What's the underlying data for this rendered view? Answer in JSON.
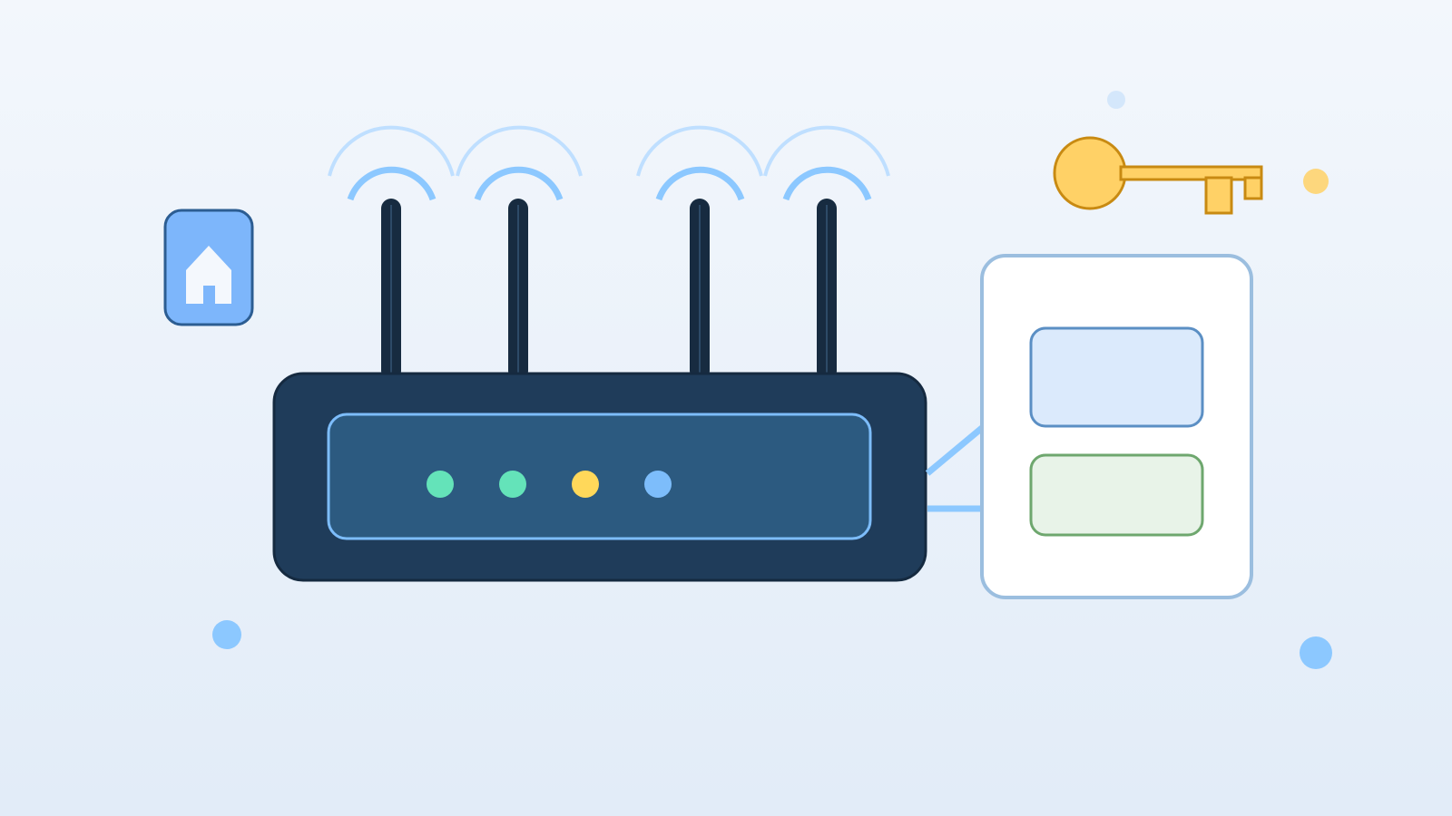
{
  "illustration": {
    "subject": "wifi-router-settings",
    "icons": [
      "home-icon",
      "key-icon",
      "router-icon",
      "settings-panel-icon",
      "wifi-signal-icon"
    ],
    "router": {
      "antenna_count": 4,
      "status_lights": [
        {
          "name": "power-light",
          "color": "#64e3b9"
        },
        {
          "name": "internet-light",
          "color": "#64e3b9"
        },
        {
          "name": "wifi-light",
          "color": "#ffd85a"
        },
        {
          "name": "lan-light",
          "color": "#7dbdfb"
        }
      ]
    },
    "settings_panel": {
      "blocks": [
        {
          "name": "blue-setting-block",
          "color": "#dbeafc"
        },
        {
          "name": "green-setting-block",
          "color": "#e8f3e8"
        }
      ]
    },
    "colors": {
      "router_body": "#1f3c5a",
      "router_panel": "#2c5a80",
      "antenna": "#172b40",
      "wave": "#8cc8ff",
      "key": "#ffd166",
      "home_tile": "#7db6fb"
    }
  }
}
